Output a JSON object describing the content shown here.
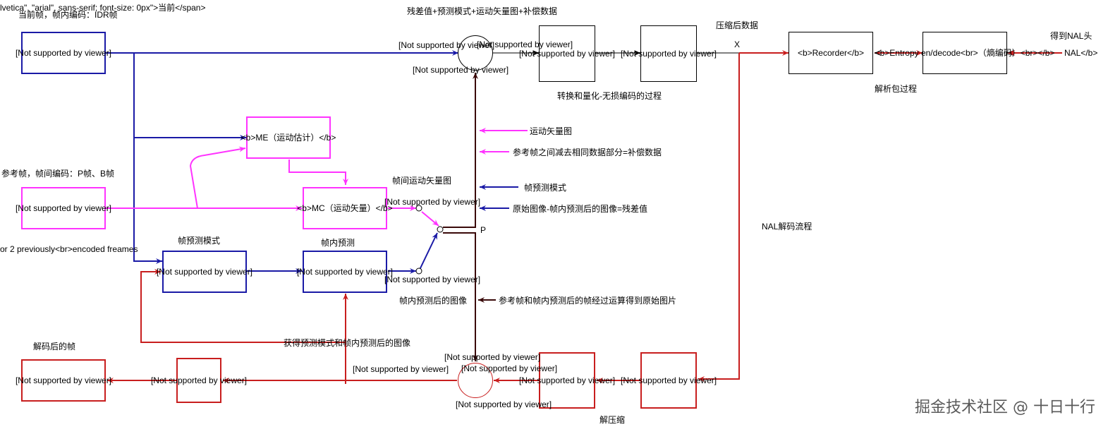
{
  "labels": {
    "fragment_top": "lvetica\", \"arial\", sans-serif; font-size: 0px\">当前</span>",
    "current_frame": "当前帧，帧内编码：IDR帧",
    "residual_title": "残差值+预测模式+运动矢量图+补偿数据",
    "compressed_data": "压缩后数据",
    "x_mark": "X",
    "get_nal_header": "得到NAL头",
    "transform_quant": "转换和量化-无损编码的过程",
    "parse_packet": "解析包过程",
    "mv_map": "运动矢量图",
    "ref_subtract": "参考帧之间减去相同数据部分=补偿数据",
    "ref_frame": "参考帧，帧间编码：P帧、B帧",
    "inter_mv_map": "帧间运动矢量图",
    "frame_pred_mode_right": "帧预测模式",
    "residual_desc": "原始图像-帧内预测后的图像=残差值",
    "p_mark": "P",
    "nal_decode_flow": "NAL解码流程",
    "encoded_frames": "or 2 previously<br>encoded freames",
    "frame_pred_mode": "帧预测模式",
    "intra_pred": "帧内预测",
    "intra_pred_image": "帧内预测后的图像",
    "ref_intra_desc": "参考帧和帧内预测后的帧经过运算得到原始图片",
    "decoded_frame": "解码后的帧",
    "get_pred_mode_image": "获得预测模式和帧内预测后的图像",
    "decompress": "解压缩",
    "nsv_label_top_a": "[Not supported by viewer]",
    "nsv_label_top_b": "[Not supported by viewer]",
    "nsv_label_top_c": "[Not supported by viewer]",
    "nsv_label_mid_a": "[Not supported by viewer]",
    "nsv_label_mid_b": "[Not supported by viewer]",
    "nsv_label_bot_a": "[Not supported by viewer]",
    "nsv_label_bot_b": "[Not supported by viewer]",
    "nsv_label_bot_c": "[Not supported by viewer]",
    "nsv_label_bot_d": "[Not supported by viewer]",
    "nal_end": "NAL</b>",
    "watermark": "掘金技术社区 @ 十日十行"
  },
  "boxes": {
    "current_frame_box": "[Not supported by viewer]",
    "transform_box": "[Not supported by viewer]",
    "quant_box": "[Not supported by viewer]",
    "recorder_box": "<b>Recorder</b>",
    "entropy_box": "<b>Entropy en/decode<br>（熵编码）<br></b>",
    "me_box": "<b>ME（运动估计）</b>",
    "ref_frame_box": "[Not supported by viewer]",
    "mc_box": "<b>MC（运动矢量）</b>",
    "pred_mode_box": "[Not supported by viewer]",
    "intra_box": "[Not supported by viewer]",
    "decoded_box": "[Not supported by viewer]",
    "filter_box": "[Not supported by viewer]",
    "inv_transform_box": "[Not supported by viewer]",
    "inv_quant_box": "[Not supported by viewer]"
  },
  "colors": {
    "blue": "#1a1aa6",
    "pink": "#ff33ff",
    "red": "#c81e1e",
    "dark": "#3a0a0a",
    "black": "#000000"
  }
}
